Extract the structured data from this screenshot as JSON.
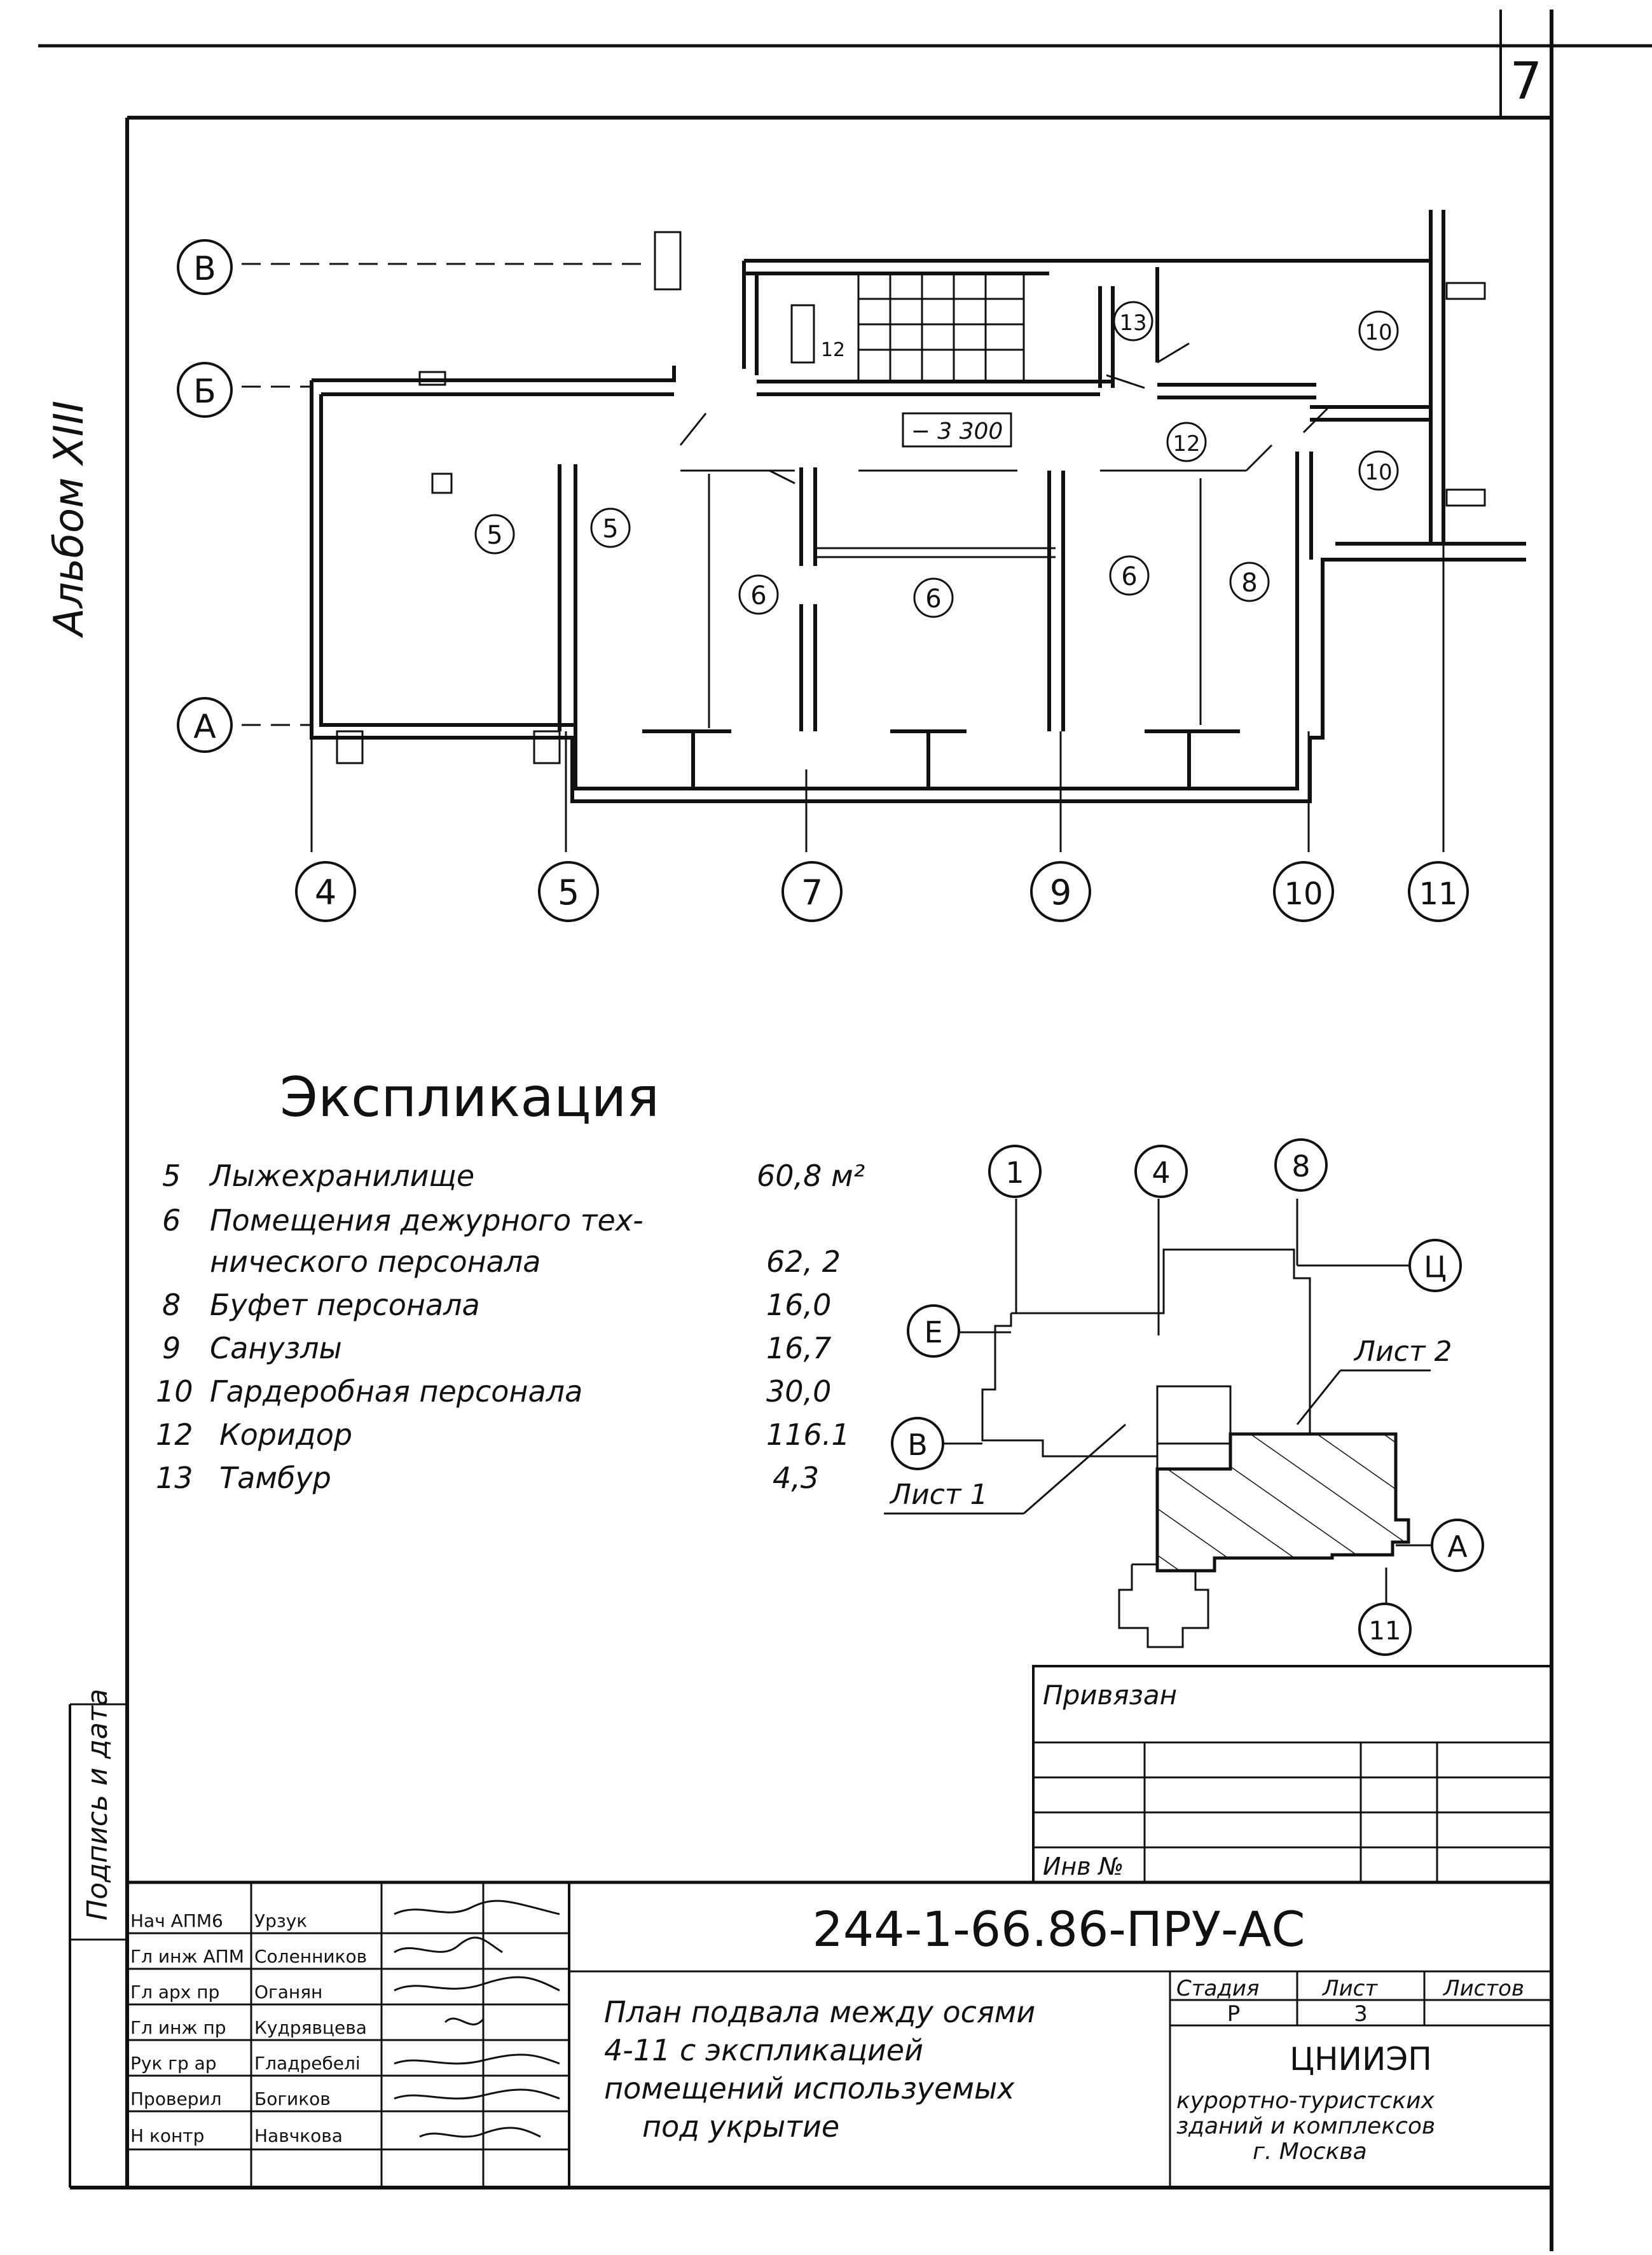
{
  "sheet_number": "7",
  "album_label": "Альбом XIII",
  "signature_strip_label": "Подпись и дата",
  "plan": {
    "axes_bottom": [
      "4",
      "5",
      "7",
      "9",
      "10",
      "11"
    ],
    "axes_left": [
      "В",
      "Б",
      "А"
    ],
    "elevation_mark": "− 3 300",
    "room_tags": [
      "5",
      "5",
      "6",
      "6",
      "6",
      "8",
      "10",
      "10",
      "12",
      "13",
      "12"
    ]
  },
  "explication": {
    "title": "Экспликация",
    "rows": [
      {
        "num": "5",
        "name": "Лыжехранилище",
        "area": "60,8 м²"
      },
      {
        "num": "6",
        "name": "Помещения дежурного тех-",
        "area": ""
      },
      {
        "num": "",
        "name": "нического персонала",
        "area": "62, 2"
      },
      {
        "num": "8",
        "name": "Буфет персонала",
        "area": "16,0"
      },
      {
        "num": "9",
        "name": "Санузлы",
        "area": "16,7"
      },
      {
        "num": "10",
        "name": "Гардеробная персонала",
        "area": "30,0"
      },
      {
        "num": "12",
        "name": "Коридор",
        "area": "116.1"
      },
      {
        "num": "13",
        "name": "Тамбур",
        "area": "4,3"
      }
    ]
  },
  "key_plan": {
    "axis_labels": [
      "1",
      "4",
      "8",
      "Ц",
      "Е",
      "В",
      "А",
      "11"
    ],
    "sheet_labels": [
      "Лист 2",
      "Лист 1"
    ]
  },
  "binding_block": {
    "title": "Привязан",
    "inv_label": "Инв №"
  },
  "title_block": {
    "code": "244-1-66.86-ПРУ-АС",
    "staff": [
      {
        "role": "Нач АПМ6",
        "name": "Урзук"
      },
      {
        "role": "Гл инж АПМ",
        "name": "Соленников"
      },
      {
        "role": "Гл арх пр",
        "name": "Оганян"
      },
      {
        "role": "Гл инж пр",
        "name": "Кудрявцева"
      },
      {
        "role": "Рук гр ар",
        "name": "Гладребелі"
      },
      {
        "role": "Проверил",
        "name": "Богиков"
      },
      {
        "role": "Н контр",
        "name": "Навчкова"
      }
    ],
    "drawing_title": [
      "План подвала между осями",
      "4-11 с экспликацией",
      "помещений используемых",
      "под укрытие"
    ],
    "stage_header": "Стадия",
    "sheet_header": "Лист",
    "sheets_header": "Листов",
    "stage_value": "Р",
    "sheet_value": "3",
    "org_name": "ЦНИИЭП",
    "org_line1": "курортно-туристских",
    "org_line2": "зданий и комплексов",
    "org_line3": "г. Москва"
  }
}
